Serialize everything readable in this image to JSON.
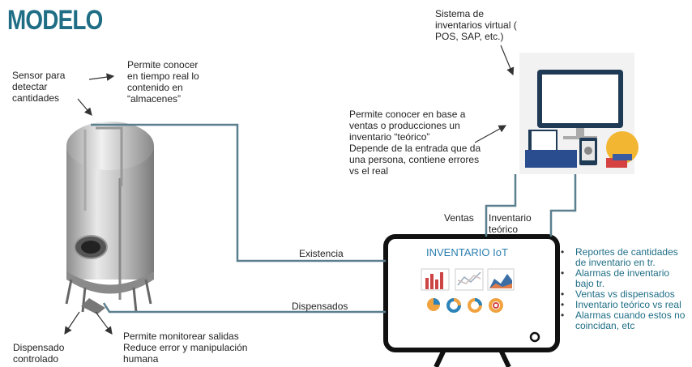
{
  "title": "MODELO",
  "labels": {
    "sensor": "Sensor para\ndetectar\ncantidades",
    "realtime": "Permite conocer\nen tiempo real lo\ncontenido en\n“almacenes”",
    "virtual_system": "Sistema de\ninventarios virtual (\nPOS, SAP, etc.)",
    "theoretical": "Permite conocer en base a\nventas o producciones un\ninventario “teórico”\nDepende de la entrada que da\nuna persona, contiene errores\nvs el real",
    "ventas": "Ventas",
    "inventario_teorico": "Inventario\nteórico",
    "existencia": "Existencia",
    "dispensados": "Dispensados",
    "dispensado_controlado": "Dispensado\ncontrolado",
    "monitor_outputs": "Permite monitorear salidas\nReduce error y manipulación\nhumana"
  },
  "screen_title": "INVENTARIO IoT",
  "bullets": [
    "Reportes de cantidades de inventario en tr.",
    "Alarmas de inventario bajo tr.",
    "Ventas vs dispensados",
    "Inventario teórico vs real",
    "Alarmas cuando estos no coincidan, etc"
  ],
  "colors": {
    "title": "#1f6e86",
    "connector": "#5a7f8e",
    "accent": "#1f6e86"
  }
}
